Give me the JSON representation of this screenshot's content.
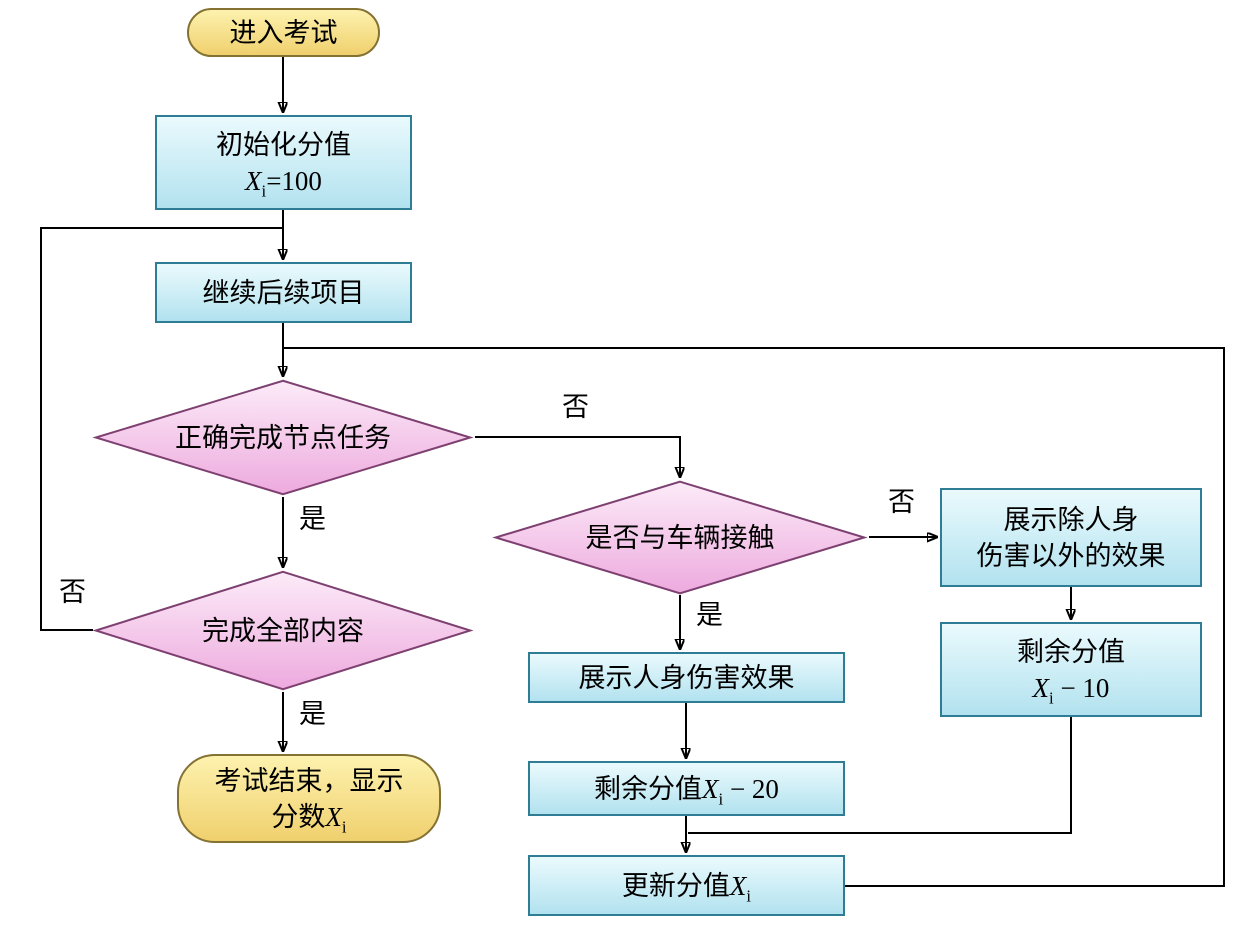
{
  "diagram": {
    "title": "exam-scoring-flowchart",
    "colors": {
      "process_fill_top": "#eafafd",
      "process_fill_bottom": "#b2e2ef",
      "process_border": "#2e7d94",
      "terminal_fill_top": "#fdf2ae",
      "terminal_fill_bottom": "#f0d06e",
      "terminal_border": "#847233",
      "decision_fill_top": "#fcebf8",
      "decision_fill_bottom": "#edaade",
      "decision_border": "#7d4070",
      "line": "#000000"
    },
    "nodes": {
      "start": {
        "label": "进入考试"
      },
      "init": {
        "line1": "初始化分值",
        "var": "X",
        "sub": "i",
        "rest": "=100"
      },
      "continue": {
        "label": "继续后续项目"
      },
      "decision1": {
        "label": "正确完成节点任务"
      },
      "decision2": {
        "label": "完成全部内容"
      },
      "end": {
        "line1": "考试结束，显示",
        "line2_pre": "分数",
        "var": "X",
        "sub": "i"
      },
      "decision3": {
        "label": "是否与车辆接触"
      },
      "effect_other": {
        "line1": "展示除人身",
        "line2": "伤害以外的效果"
      },
      "remain10": {
        "line1": "剩余分值",
        "var": "X",
        "sub": "i",
        "rest": " − 10"
      },
      "effect_injury": {
        "label": "展示人身伤害效果"
      },
      "remain20": {
        "pre": "剩余分值",
        "var": "X",
        "sub": "i",
        "rest": " − 20"
      },
      "update": {
        "pre": "更新分值",
        "var": "X",
        "sub": "i"
      }
    },
    "edge_labels": {
      "d1_no": "否",
      "d1_yes": "是",
      "d2_no": "否",
      "d2_yes": "是",
      "d3_no": "否",
      "d3_yes": "是"
    }
  }
}
